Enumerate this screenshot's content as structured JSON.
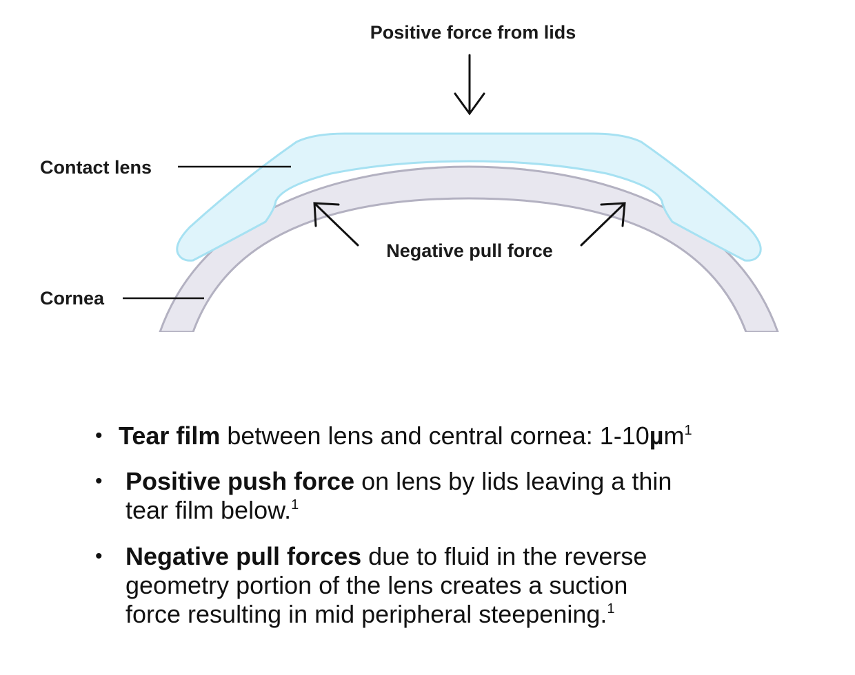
{
  "diagram": {
    "labels": {
      "positive_force": "Positive force from lids",
      "contact_lens": "Contact lens",
      "negative_pull": "Negative pull force",
      "cornea": "Cornea"
    },
    "colors": {
      "lens_fill": "#dff4fb",
      "lens_stroke": "#a6e1f2",
      "cornea_fill": "#e8e7ef",
      "cornea_stroke": "#b3b1c1",
      "line": "#111111"
    }
  },
  "bullets": [
    {
      "bold": "Tear film",
      "text": " between lens and central cornea: 1-10",
      "unit": "µ",
      "tail": "m",
      "sup": "1"
    },
    {
      "bold": "Positive push force",
      "line1": " on lens by lids  leaving a thin",
      "line2": "tear film below.",
      "sup": "1"
    },
    {
      "bold": "Negative pull forces",
      "line1": " due to fluid in the reverse",
      "line2": "geometry portion of the lens creates a suction",
      "line3": "force resulting in mid peripheral steepening.",
      "sup": "1"
    }
  ]
}
